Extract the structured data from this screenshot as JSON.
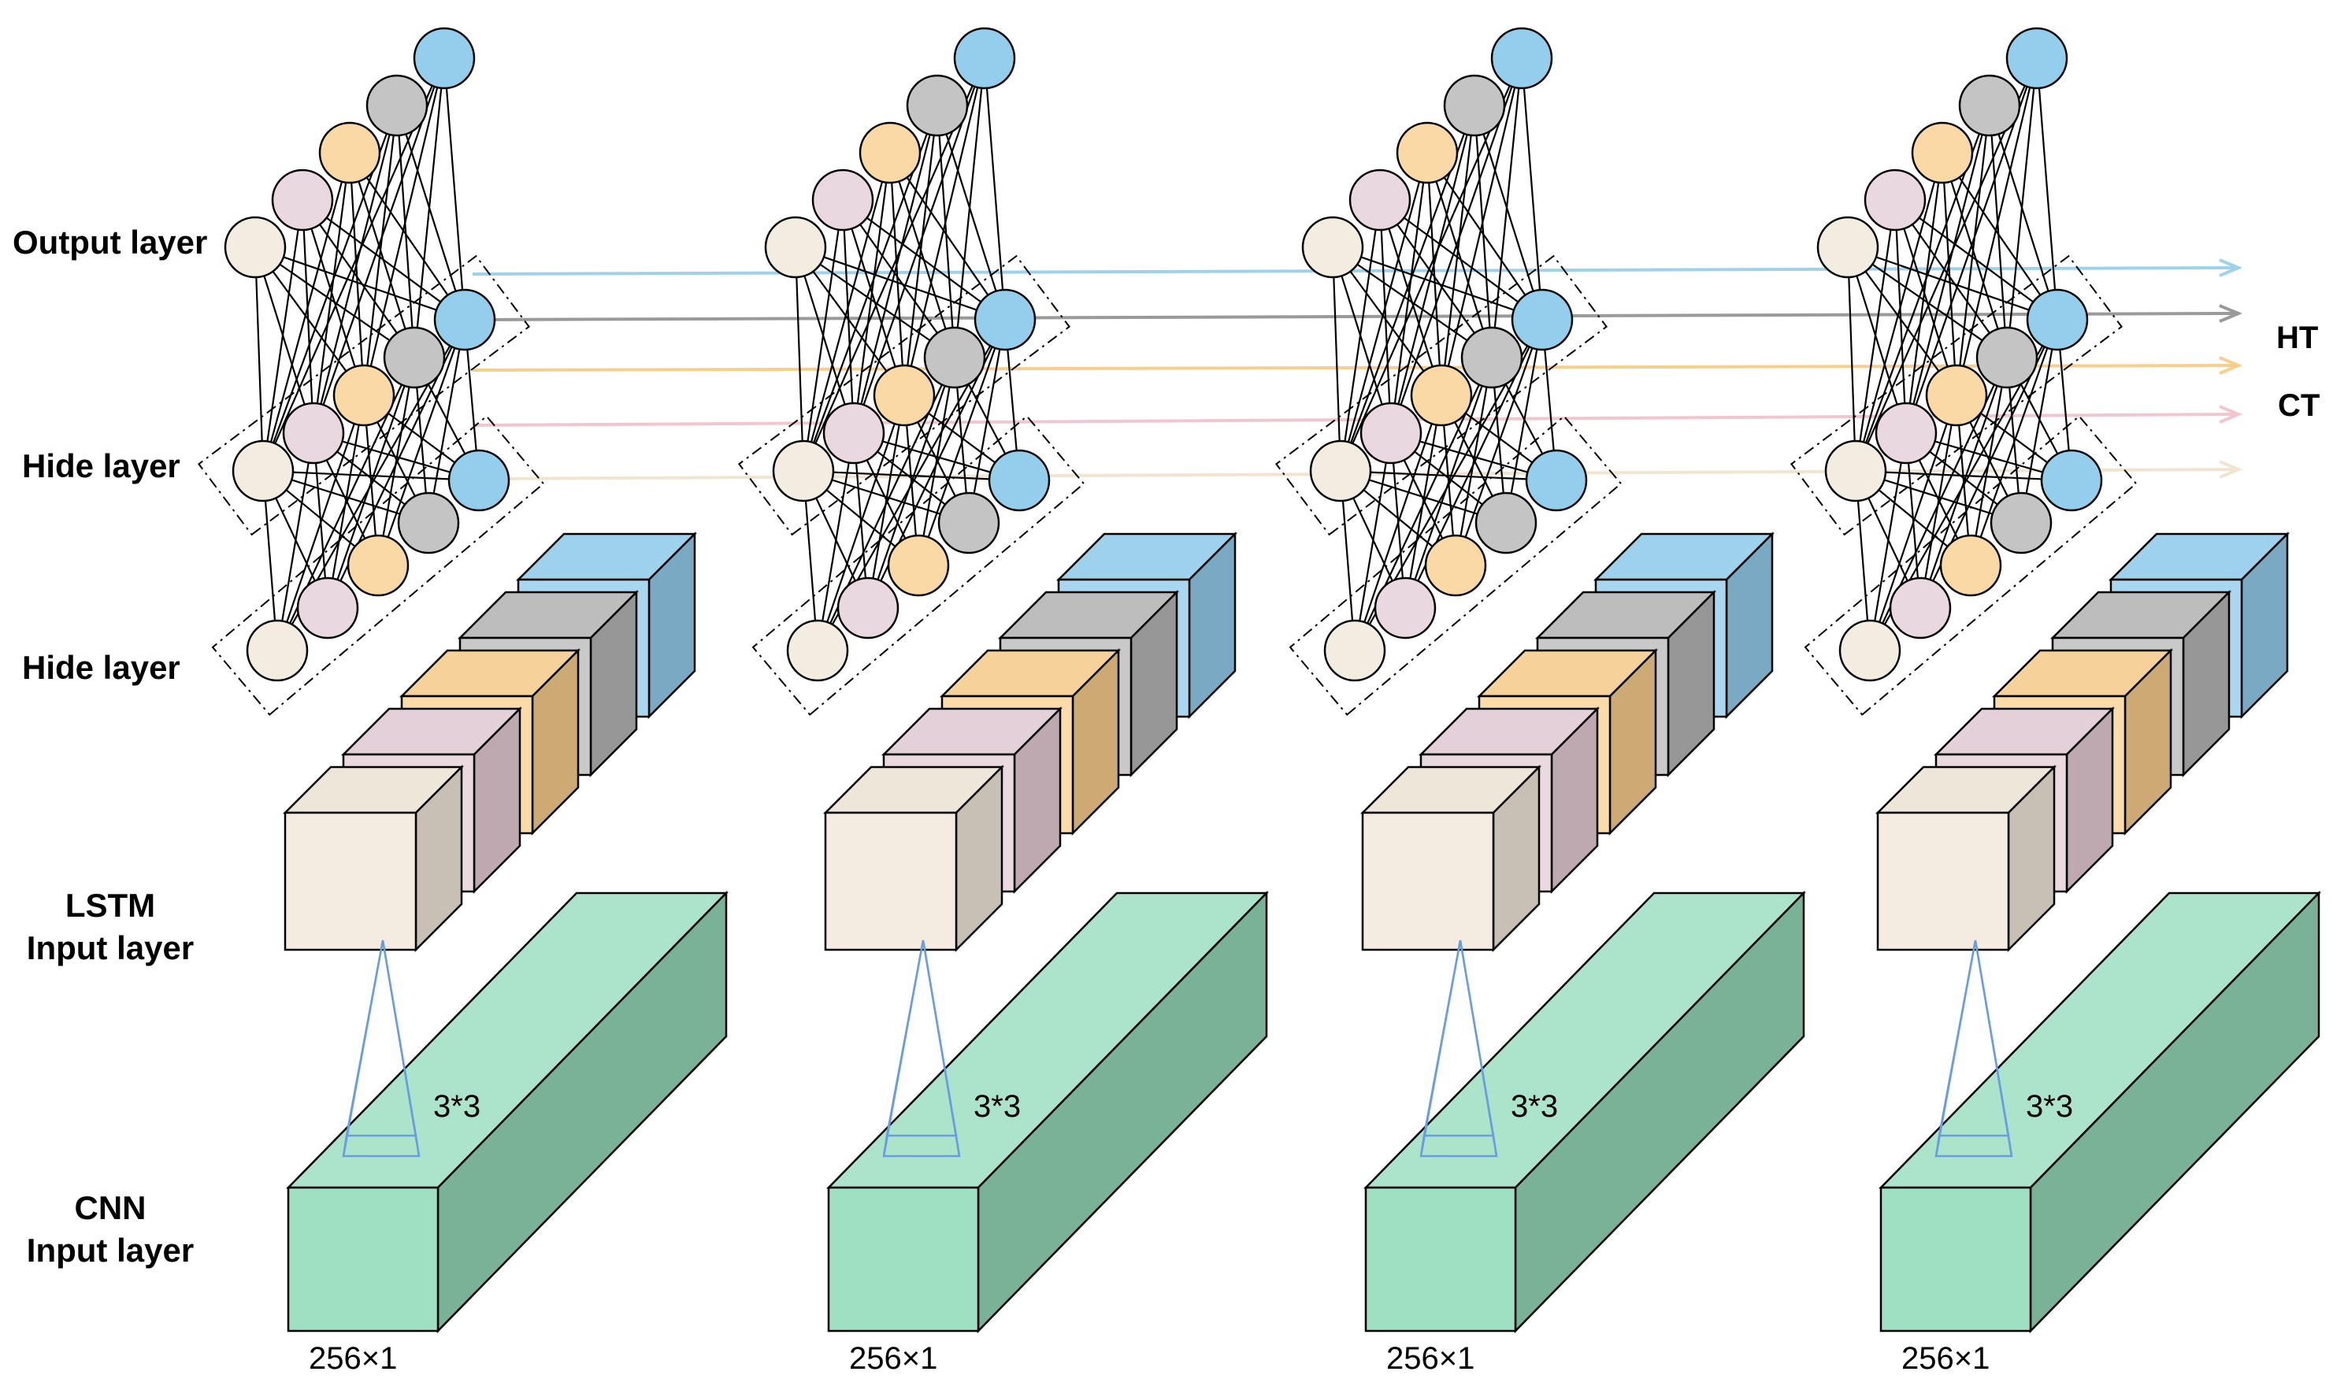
{
  "layer_labels": {
    "output": "Output layer",
    "hide_1": "Hide layer",
    "hide_2": "Hide layer",
    "lstm": [
      "LSTM",
      "Input layer"
    ],
    "cnn": [
      "CNN",
      "Input layer"
    ]
  },
  "side_labels": {
    "ht": "HT",
    "ct": "CT"
  },
  "units": [
    {
      "kernel_label": "3*3",
      "dim_label": "256×1"
    },
    {
      "kernel_label": "3*3",
      "dim_label": "256×1"
    },
    {
      "kernel_label": "3*3",
      "dim_label": "256×1"
    },
    {
      "kernel_label": "3*3",
      "dim_label": "256×1"
    }
  ],
  "colors": {
    "neuron_cream": "#f3ece0",
    "neuron_pink": "#ead8e0",
    "neuron_orange": "#fbd9a4",
    "neuron_gray": "#c4c4c4",
    "neuron_blue": "#93cfed",
    "cnn_green_front": "#9fdfc2",
    "cnn_green_top": "#ace4cb",
    "cnn_green_side": "#79b297",
    "kernel_blue": "#6a9de0",
    "arrow_blue": "#9fd2e8",
    "arrow_gray": "#9a9a9a",
    "arrow_orange": "#f6cf8e",
    "arrow_pink": "#f0c6d0",
    "arrow_cream": "#f1e4d0"
  }
}
